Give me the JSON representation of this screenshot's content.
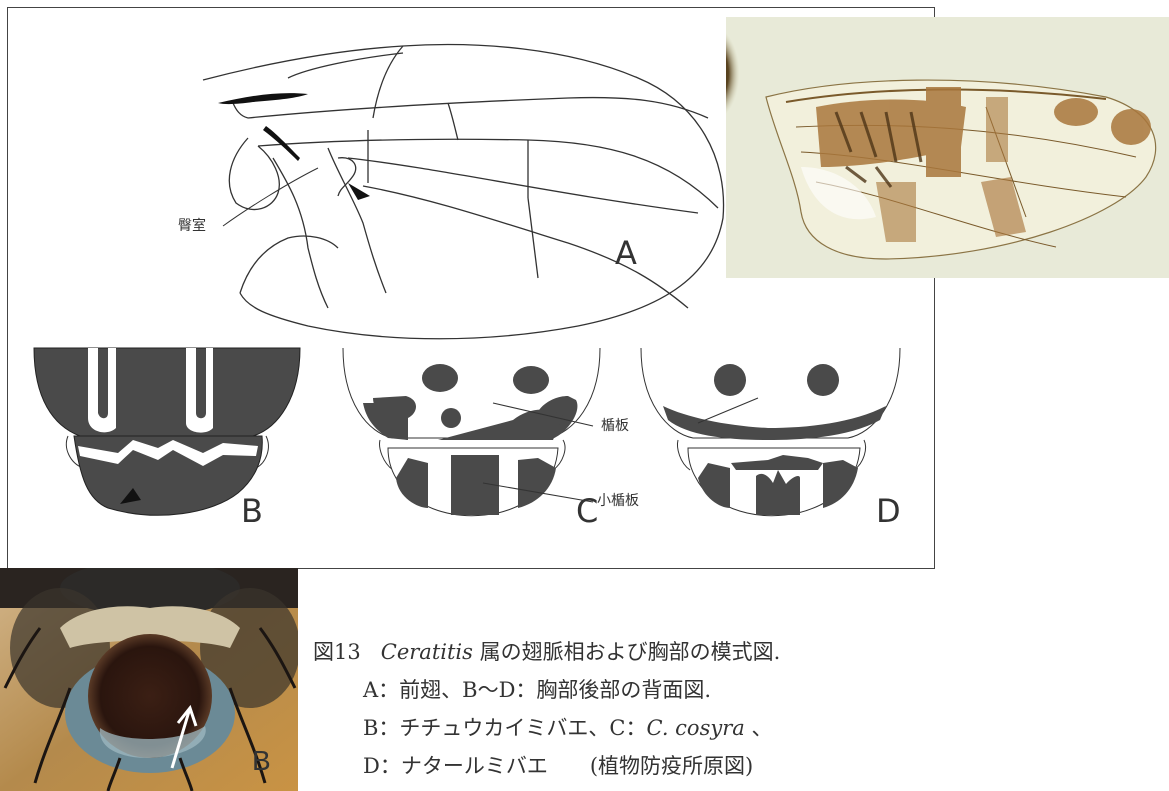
{
  "figure": {
    "labels": {
      "A": "A",
      "B": "B",
      "C": "C",
      "D": "D",
      "anal_cell": "臀室",
      "scutum": "楯板",
      "scutellum": "小楯板",
      "photo_B": "B"
    }
  },
  "caption": {
    "fig_no": "図13",
    "genus": "Ceratitis",
    "line1_rest": " 属の翅脈相および胸部の模式図.",
    "line2": "A：前翅、B～D：胸部後部の背面図.",
    "line3_prefix": "B：チチュウカイミバエ、C：",
    "line3_species": "C. cosyra",
    "line3_suffix": " 、",
    "line4": "D：ナタールミバエ　　(植物防疫所原図)"
  },
  "colors": {
    "ink": "#333333",
    "wing_brown": "#a9773c",
    "photo_bg": "#e8ead8"
  }
}
